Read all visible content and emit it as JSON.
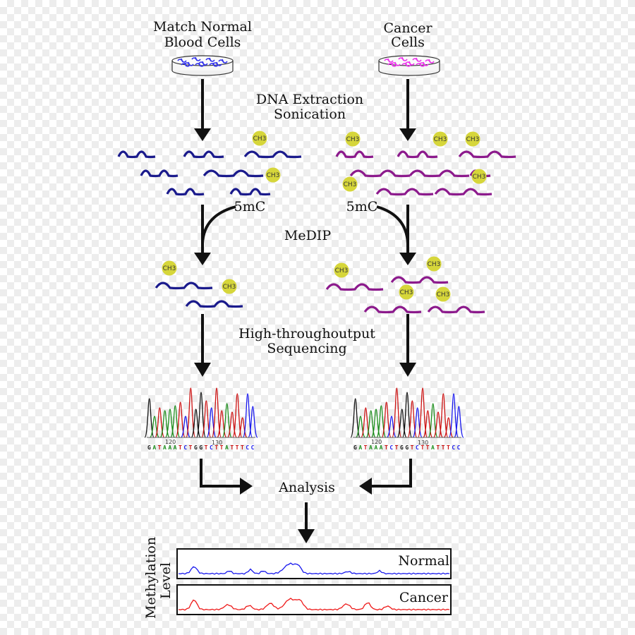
{
  "labels": {
    "normal_title_1": "Match Normal",
    "normal_title_2": "Blood Cells",
    "cancer_title_1": "Cancer",
    "cancer_title_2": "Cells",
    "step1_line1": "DNA Extraction",
    "step1_line2": "Sonication",
    "antibody_left": "5mC",
    "antibody_right": "5mC",
    "step2": "MeDIP",
    "step3_line1": "High-throughoutput",
    "step3_line2": "Sequencing",
    "step4": "Analysis",
    "methyl_tag": "CH3",
    "y_label_1": "Methylation",
    "y_label_2": "Level",
    "track_normal": "Normal",
    "track_cancer": "Cancer"
  },
  "chromatogram": {
    "tick_a": "120",
    "tick_b": "130",
    "bases": "GATAAATCTGGTCTTATTTCC"
  },
  "colors": {
    "normal_dna": "#1a1a8c",
    "cancer_dna": "#8c1a8c",
    "methyl_dot": "#d6d63a",
    "normal_cells": "#3333ee",
    "cancer_cells": "#ee33ee",
    "normal_track": "#1a1aee",
    "cancer_track": "#ee1a1a",
    "base_A": "#1a8c1a",
    "base_C": "#1a1aee",
    "base_G": "#111111",
    "base_T": "#cc1111"
  }
}
